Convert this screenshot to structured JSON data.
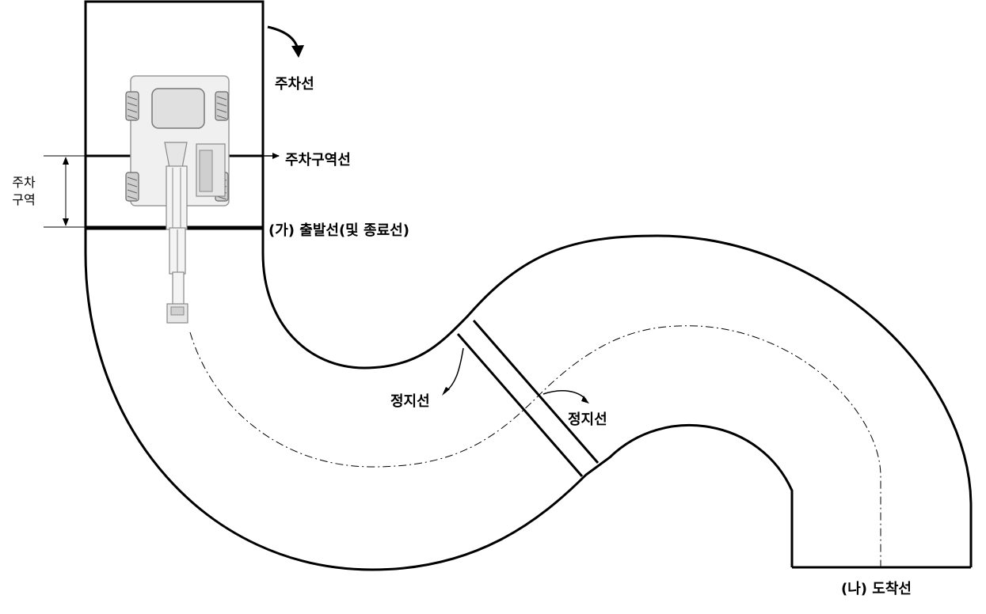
{
  "labels": {
    "parking_line": "주차선",
    "parking_area_line": "주차구역선",
    "parking_area_top": "주차",
    "parking_area_bottom": "구역",
    "start_line": "(가) 출발선(및 종료선)",
    "stop_line_left": "정지선",
    "stop_line_right": "정지선",
    "arrival_line": "(나) 도착선"
  },
  "colors": {
    "line": "#000000",
    "machine_body": "#e6e6e6",
    "machine_dark": "#9a9a9a"
  },
  "icons": {
    "machine": "excavator-top-view-icon",
    "curved_arrow": "curved-arrow-icon"
  }
}
